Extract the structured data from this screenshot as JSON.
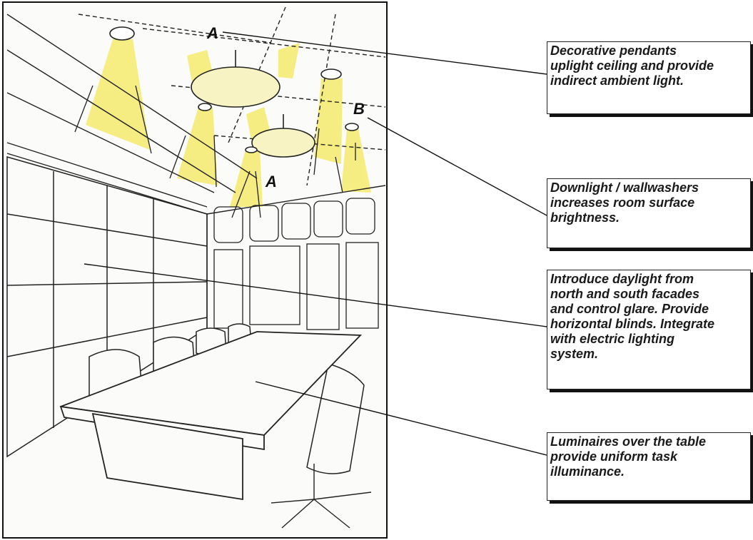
{
  "markers": {
    "a_top": "A",
    "a_mid": "A",
    "b": "B"
  },
  "callouts": [
    {
      "text": "Decorative pendants\nuplight ceiling and provide\nindirect ambient light."
    },
    {
      "text": "Downlight / wallwashers\nincreases room surface\nbrightness."
    },
    {
      "text": "Introduce daylight from\nnorth and south facades\nand control glare. Provide\nhorizontal blinds. Integrate\nwith electric lighting\nsystem."
    },
    {
      "text": "Luminaires over the table\nprovide uniform task\nilluminance."
    }
  ],
  "colors": {
    "light_cone": "#f4ea6e",
    "ink": "#1a1a1a",
    "frame": "#111111"
  }
}
